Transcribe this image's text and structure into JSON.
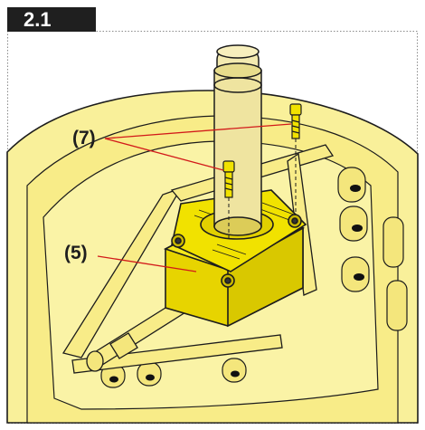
{
  "figure": {
    "step_number": "2.1",
    "callouts": [
      {
        "id": "callout-7",
        "text": "(7)"
      },
      {
        "id": "callout-5",
        "text": "(5)"
      }
    ]
  },
  "colors": {
    "body_fill": "#f9f09a",
    "outline": "#1c1c1c",
    "highlight_fill": "#f1e200",
    "callout_line": "#d21a1a",
    "badge_bg": "#1f1f1f"
  },
  "icons": [
    "screw-icon",
    "shaft-icon",
    "mounting-bracket-icon"
  ]
}
